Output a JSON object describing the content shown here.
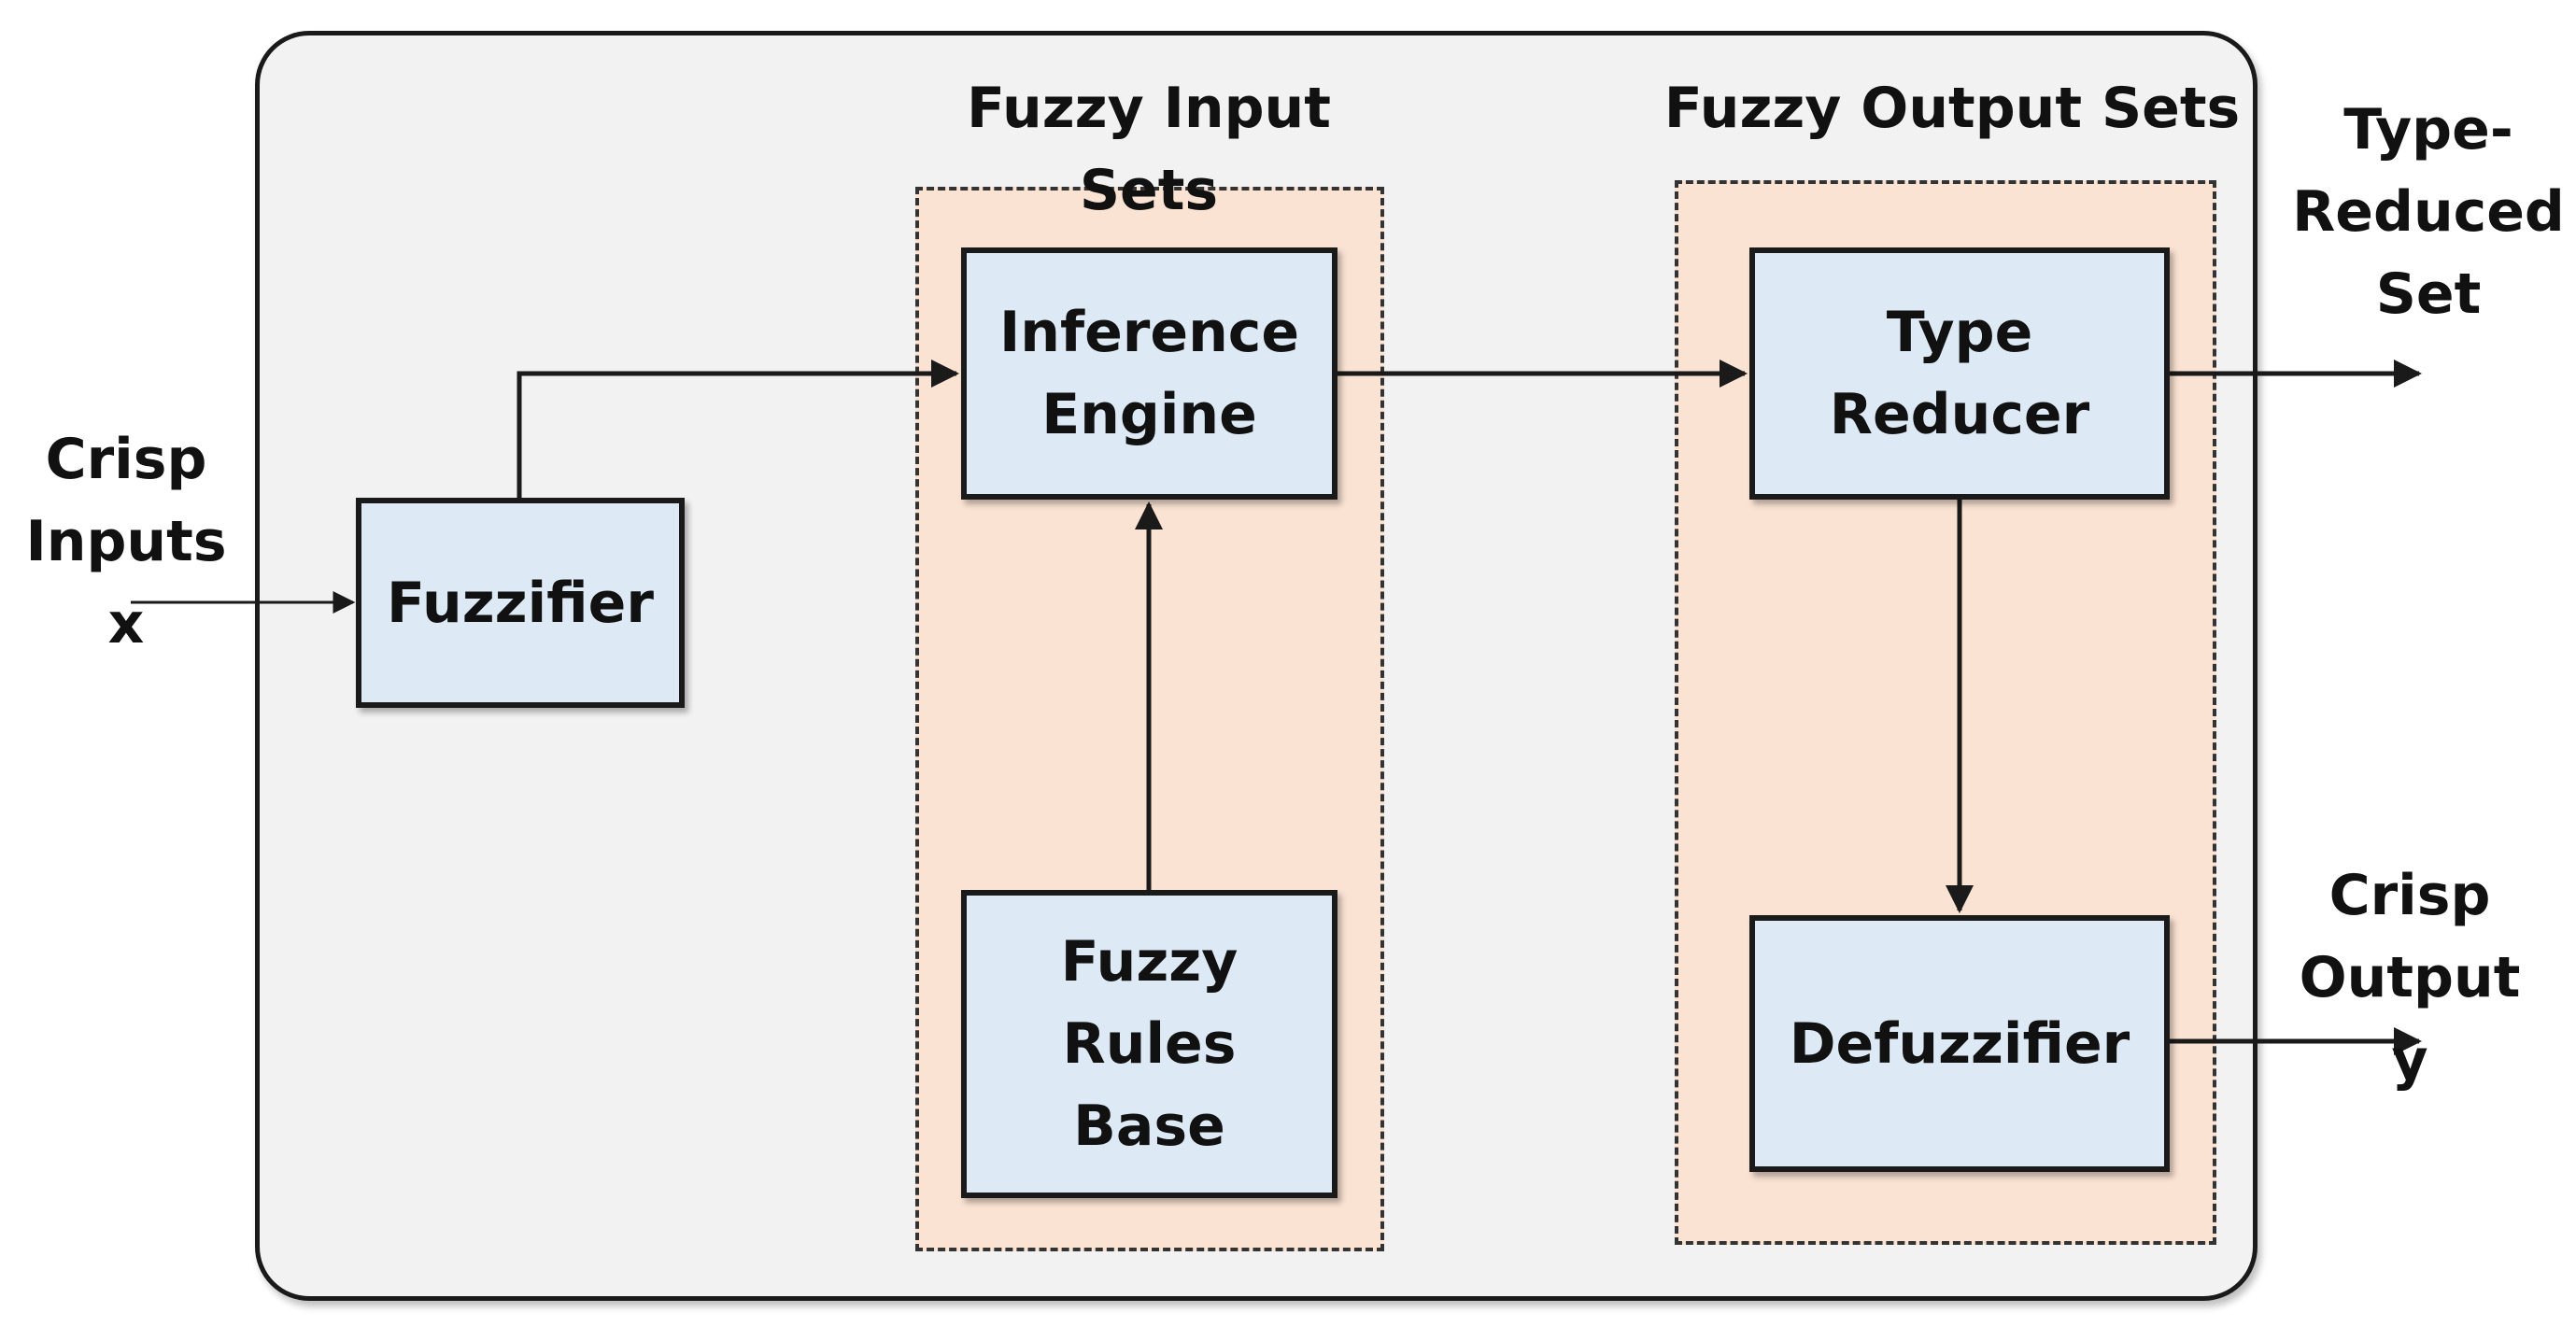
{
  "groups": {
    "input_sets": "Fuzzy Input Sets",
    "output_sets": "Fuzzy Output Sets"
  },
  "blocks": {
    "fuzzifier": "Fuzzifier",
    "inference_engine": "Inference\nEngine",
    "fuzzy_rules_base": "Fuzzy\nRules\nBase",
    "type_reducer": "Type\nReducer",
    "defuzzifier": "Defuzzifier"
  },
  "io_labels": {
    "crisp_inputs": "Crisp\nInputs\nx",
    "type_reduced_set": "Type-\nReduced\nSet",
    "crisp_output": "Crisp\nOutput\ny"
  },
  "colors": {
    "frame_fill": "#f2f2f2",
    "group_fill": "#fbe3d3",
    "block_fill": "#ddeaf6",
    "stroke": "#1a1a1a"
  }
}
